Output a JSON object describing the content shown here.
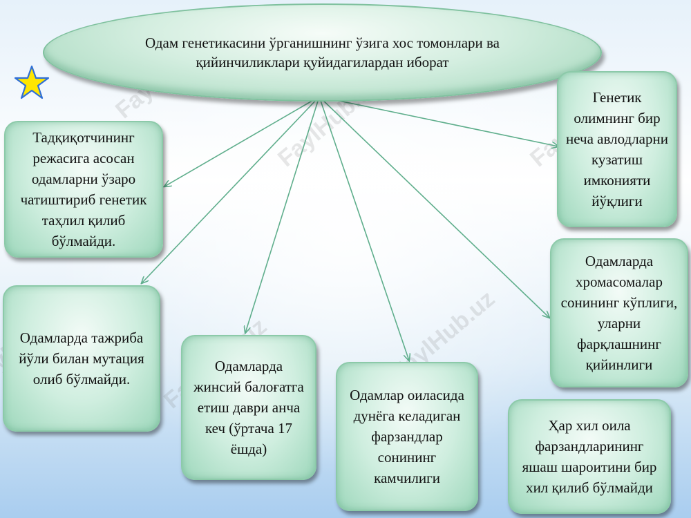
{
  "title": "Одам генетикасини ўрганишнинг ўзига хос томонлари ва қийинчиликлари қуйидагилардан иборат",
  "watermark": "FaylHub.uz",
  "boxes": [
    "Тадқиқотчининг режасига асосан одамларни ўзаро чатиштириб генетик таҳлил қилиб бўлмайди.",
    "Генетик олимнинг бир неча авлодларни кузатиш имконияти йўқлиги",
    "Одамларда хромасомалар сонининг кўплиги, уларни фарқлашнинг қийинлиги",
    "Одамларда тажриба йўли билан мутация олиб бўлмайди.",
    "Одамларда жинсий балоғатга етиш даври анча кеч (ўртача 17 ёшда)",
    "Одамлар оиласида дунёга келадиган фарзандлар сонининг камчилиги",
    "Ҳар хил оила фарзандларининг яшаш шароитини бир хил қилиб бўлмайди"
  ],
  "colors": {
    "box_fill": "#cfeedf",
    "box_border": "#8ccaa9",
    "arrow": "#5fae8c",
    "star": "#ffe600",
    "star_outline": "#2f6fd6"
  }
}
